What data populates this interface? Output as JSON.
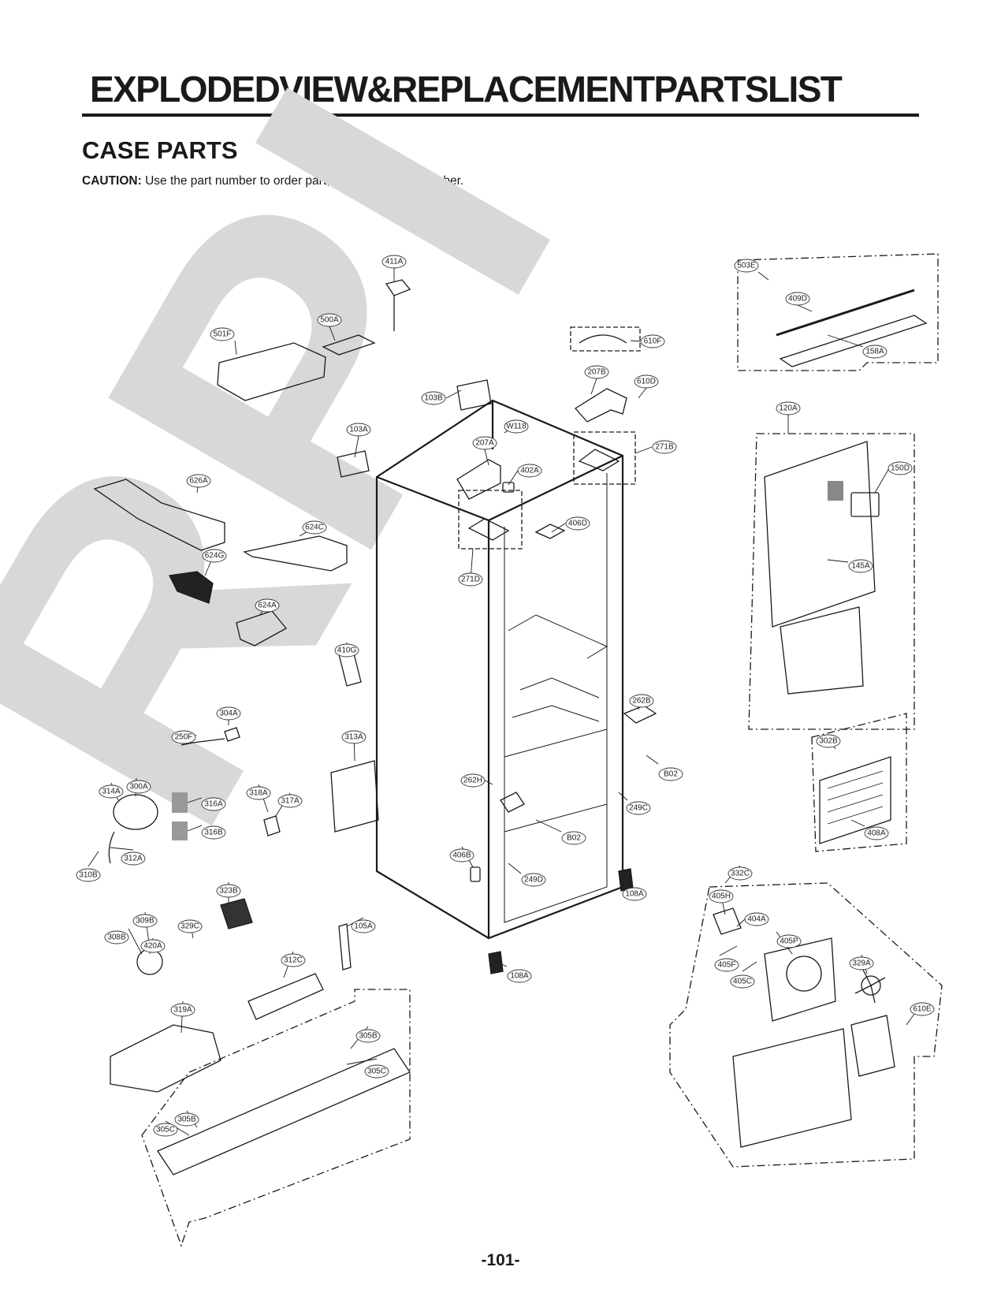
{
  "header": {
    "title": "EXPLODEDVIEW&REPLACEMENTPARTSLIST",
    "section": "CASE PARTS",
    "caution_label": "CAUTION:",
    "caution_text": " Use the part number to order part, not the position number."
  },
  "watermark": "RPI",
  "footer": {
    "page_number": "-101-"
  },
  "parts": {
    "p411A": "411A",
    "p500A": "500A",
    "p501F": "501F",
    "p503E": "503E",
    "p409D": "409D",
    "p158A": "158A",
    "p610F": "610F",
    "p207B": "207B",
    "p610D": "610D",
    "p103B": "103B",
    "p120A": "120A",
    "p103A": "103A",
    "pW118": "W118",
    "p207A": "207A",
    "p271B": "271B",
    "p402A": "402A",
    "p150D": "150D",
    "p626A": "626A",
    "p406D": "406D",
    "p624C": "624C",
    "p624G": "624G",
    "p271D": "271D",
    "p145A": "145A",
    "p624A": "624A",
    "p410G": "410G",
    "p262B": "262B",
    "p304A": "304A",
    "p250F": "250F",
    "p313A": "313A",
    "p302B": "302B",
    "pB02a": "B02",
    "p262H": "262H",
    "p314A": "314A",
    "p300A": "300A",
    "p318A": "318A",
    "p317A": "317A",
    "p316A": "316A",
    "p249C": "249C",
    "p408A": "408A",
    "p316B": "316B",
    "pB02b": "B02",
    "p312A": "312A",
    "p406B": "406B",
    "p310B": "310B",
    "p249D": "249D",
    "p332C": "332C",
    "p323B": "323B",
    "p108Aa": "108A",
    "p405H": "405H",
    "p404A": "404A",
    "p309B": "309B",
    "p329C": "329C",
    "p105A": "105A",
    "p405P": "405P",
    "p308B": "308B",
    "p420A": "420A",
    "p312C": "312C",
    "p405F": "405F",
    "p329A": "329A",
    "p108Ab": "108A",
    "p405C": "405C",
    "p319A": "319A",
    "p610E": "610E",
    "p305B": "305B",
    "p305Ca": "305C",
    "p305Bb": "305B",
    "p305Cb": "305C"
  }
}
